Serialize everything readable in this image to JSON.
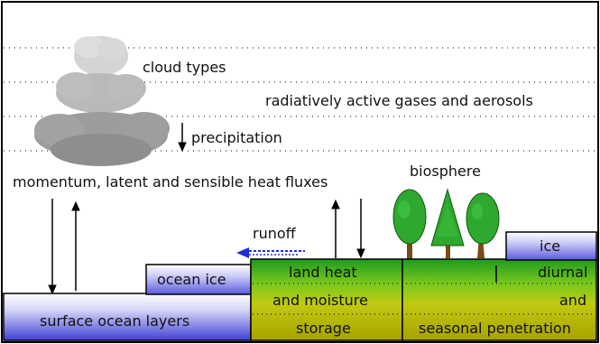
{
  "labels": {
    "cloud_types": "cloud types",
    "gases": "radiatively active gases and aerosols",
    "precipitation": "precipitation",
    "fluxes": "momentum, latent and sensible heat fluxes",
    "biosphere": "biosphere",
    "runoff": "runoff",
    "ice": "ice",
    "ocean_ice": "ocean ice",
    "land_heat": "land heat",
    "and_moisture": "and moisture",
    "storage": "storage",
    "diurnal": "diurnal",
    "and": "and",
    "seasonal_penetration": "seasonal penetration",
    "surface_ocean": "surface ocean layers"
  },
  "colors": {
    "ocean_blue": "#3f3fd6",
    "ice_lavender": "#b8b8f2",
    "land_green": "#2fa02f",
    "soil_yellow": "#b8b600",
    "tree_green": "#2ea82e",
    "cloud_gray": "#a0a0a0",
    "runoff_arrow": "#1f2fd8"
  }
}
